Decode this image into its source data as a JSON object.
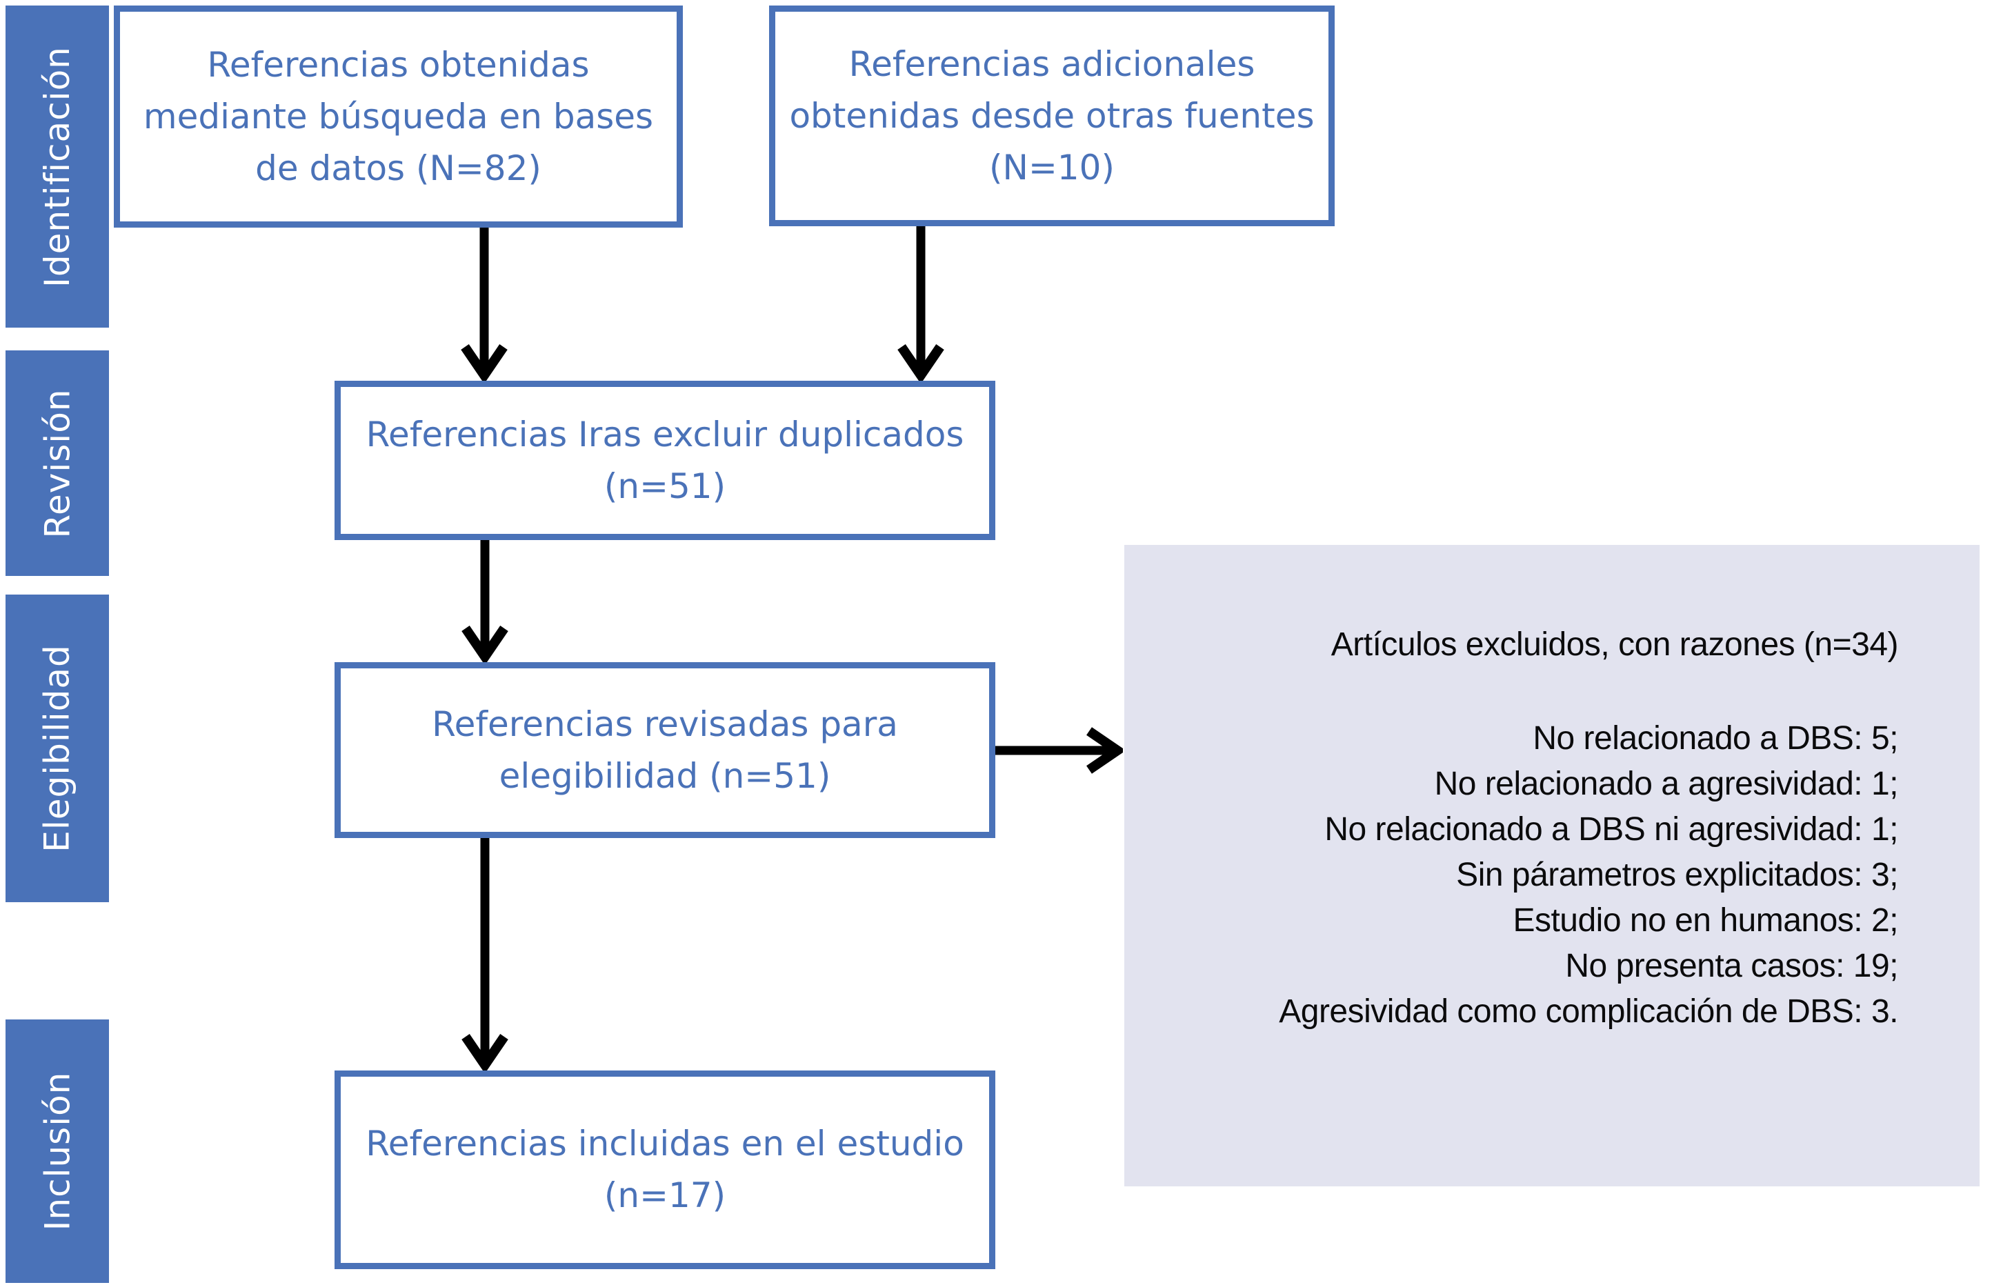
{
  "sidebar": {
    "stages": [
      {
        "id": "identificacion",
        "label": "Identificación"
      },
      {
        "id": "revision",
        "label": "Revisión"
      },
      {
        "id": "elegibilidad",
        "label": "Elegibilidad"
      },
      {
        "id": "inclusion",
        "label": "Inclusión"
      }
    ]
  },
  "boxes": {
    "database": "Referencias obtenidas mediante búsqueda en bases de datos (N=82)",
    "other_sources": "Referencias adicionales obtenidas desde otras fuentes (N=10)",
    "after_duplicates": "Referencias Iras excluir duplicados (n=51)",
    "screened": "Referencias revisadas para elegibilidad (n=51)",
    "included": "Referencias incluidas en el estudio (n=17)"
  },
  "exclusion_box": {
    "title": "Artículos excluidos, con razones (n=34)",
    "reasons": [
      "No relacionado a DBS: 5;",
      "No relacionado a agresividad: 1;",
      "No relacionado a DBS ni agresividad: 1;",
      "Sin párametros explicitados: 3;",
      "Estudio no en humanos: 2;",
      "No presenta casos: 19;",
      "Agresividad como complicación de DBS: 3."
    ]
  },
  "counts": {
    "database": 82,
    "other_sources": 10,
    "after_duplicates": 51,
    "screened": 51,
    "excluded": 34,
    "included": 17
  },
  "colors": {
    "accent_blue": "#4a72b8",
    "panel_gray": "#e2e3ef",
    "arrow_black": "#000000",
    "label_white": "#ffffff"
  }
}
